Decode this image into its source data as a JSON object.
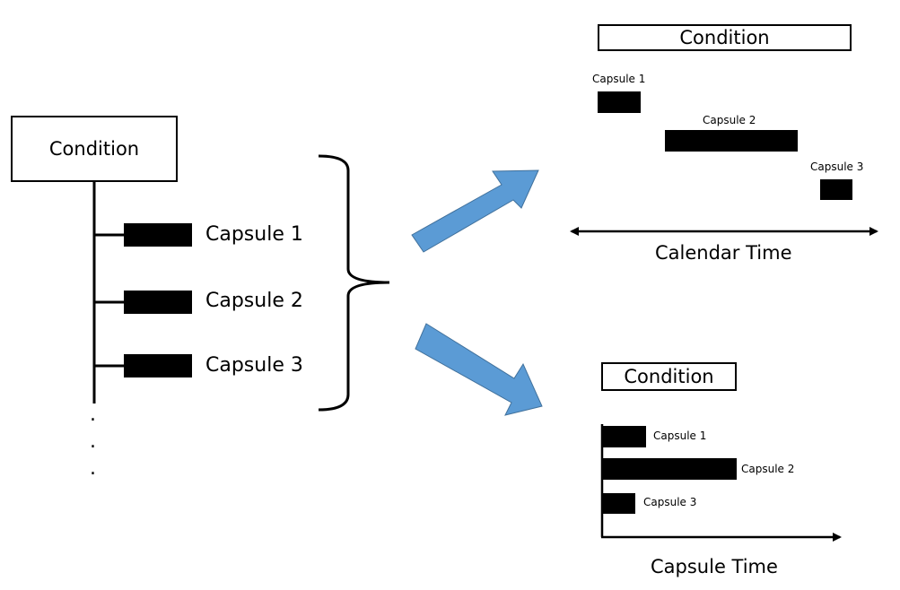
{
  "tree": {
    "condition_label": "Condition",
    "capsules": [
      "Capsule 1",
      "Capsule 2",
      "Capsule 3"
    ],
    "ellipsis": [
      ".",
      ".",
      "."
    ]
  },
  "calendar_view": {
    "condition_label": "Condition",
    "capsules": [
      "Capsule 1",
      "Capsule 2",
      "Capsule 3"
    ],
    "axis_label": "Calendar Time"
  },
  "capsule_view": {
    "condition_label": "Condition",
    "capsules": [
      "Capsule 1",
      "Capsule 2",
      "Capsule 3"
    ],
    "axis_label": "Capsule Time"
  },
  "colors": {
    "arrow_fill": "#5b9bd5",
    "arrow_stroke": "#41719c",
    "ink": "#000000"
  }
}
